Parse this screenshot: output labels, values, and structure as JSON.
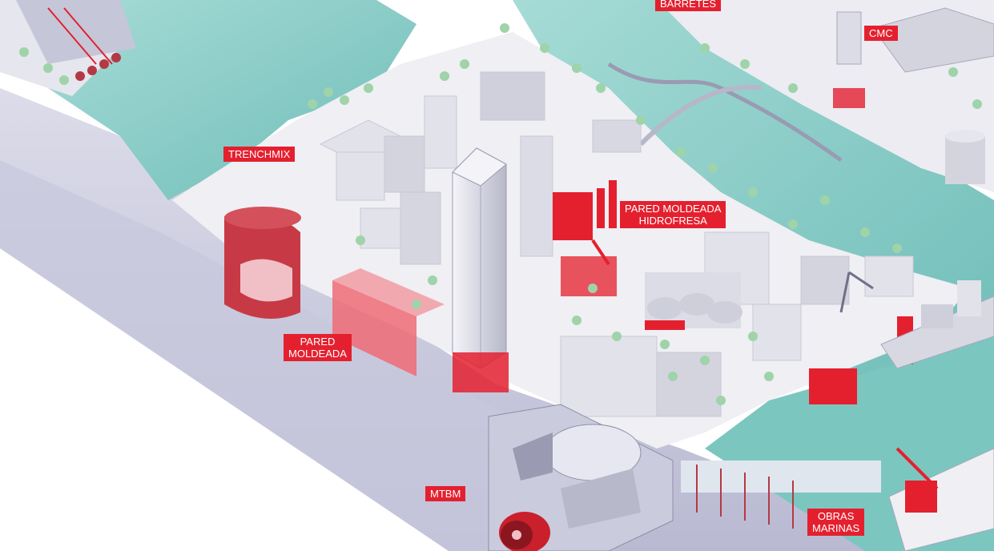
{
  "labels": {
    "barretes": "BARRETES",
    "cmc": "CMC",
    "trenchmix": "TRENCHMIX",
    "hidrofresa_line1": "PARED MOLDEADA",
    "hidrofresa_line2": "HIDROFRESA",
    "pared_line1": "PARED",
    "pared_line2": "MOLDEADA",
    "mtbm": "MTBM",
    "obras_line1": "OBRAS",
    "obras_line2": "MARINAS"
  },
  "colors": {
    "accent_red": "#e4202f",
    "water": "#8ccfcb",
    "ground": "#efeff4",
    "earth": "#cfd0e0",
    "building": "#e2e2ea",
    "tree": "#9fd3a9"
  }
}
